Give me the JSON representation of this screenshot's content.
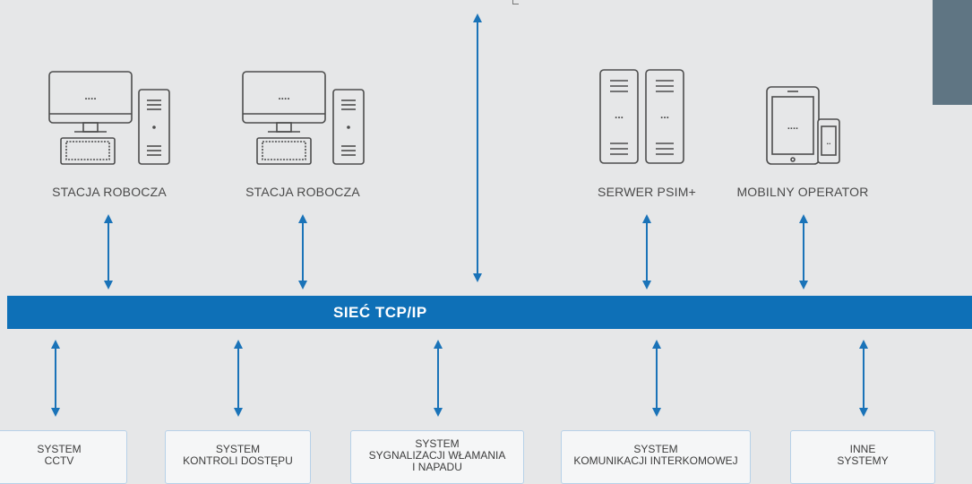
{
  "network": {
    "label": "SIEĆ  TCP/IP"
  },
  "devices": [
    {
      "label": "STACJA ROBOCZA",
      "icon": "workstation-icon"
    },
    {
      "label": "STACJA ROBOCZA",
      "icon": "workstation-icon"
    },
    {
      "label": "SERWER PSIM+",
      "icon": "server-icon"
    },
    {
      "label": "MOBILNY OPERATOR",
      "icon": "mobile-devices-icon"
    }
  ],
  "systems": [
    {
      "label": "SYSTEM\nCCTV"
    },
    {
      "label": "SYSTEM\nKONTROLI DOSTĘPU"
    },
    {
      "label": "SYSTEM\nSYGNALIZACJI WŁAMANIA\nI NAPADU"
    },
    {
      "label": "SYSTEM\nKOMUNIKACJI INTERKOMOWEJ"
    },
    {
      "label": "INNE\nSYSTEMY"
    }
  ],
  "colors": {
    "background": "#e6e7e8",
    "network": "#0e70b7",
    "arrow": "#1a73b8",
    "icon_stroke": "#4d4d4d",
    "corner_panel": "#5f7583"
  }
}
